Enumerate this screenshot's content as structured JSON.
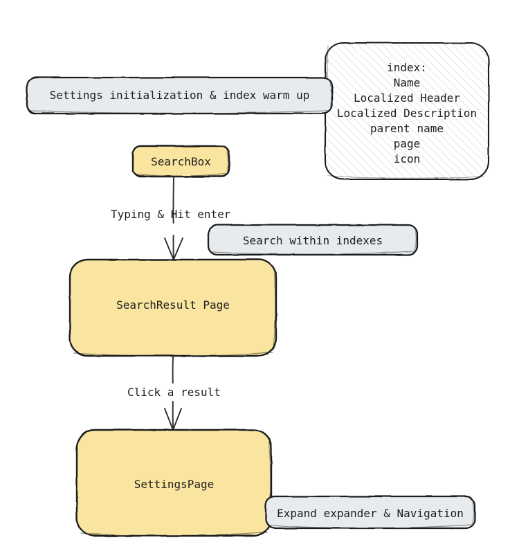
{
  "diagram": {
    "type": "flowchart",
    "style": "hand-drawn-sketch",
    "colors": {
      "node_yellow_fill": "#FAE5A0",
      "note_gray_fill": "#E8EBED",
      "stroke": "#1d1d1d",
      "hatch_line": "#d8d8d8",
      "background": "#ffffff",
      "text": "#1d1d1d"
    },
    "nodes": [
      {
        "id": "settings-init",
        "label": "Settings initialization & index warm up",
        "kind": "note",
        "fill": "gray"
      },
      {
        "id": "index-spec",
        "kind": "note-hatched",
        "lines": [
          "index:",
          "Name",
          "Localized Header",
          "Localized Description",
          "parent name",
          "page",
          "icon"
        ]
      },
      {
        "id": "searchbox",
        "label": "SearchBox",
        "kind": "process",
        "fill": "yellow"
      },
      {
        "id": "search-within-indexes",
        "label": "Search within indexes",
        "kind": "note",
        "fill": "gray"
      },
      {
        "id": "searchresult-page",
        "label": "SearchResult Page",
        "kind": "process",
        "fill": "yellow"
      },
      {
        "id": "settings-page",
        "label": "SettingsPage",
        "kind": "process",
        "fill": "yellow"
      },
      {
        "id": "expand-expander",
        "label": "Expand expander & Navigation",
        "kind": "note",
        "fill": "gray"
      }
    ],
    "edges": [
      {
        "id": "edge-searchbox-to-result",
        "from": "searchbox",
        "to": "searchresult-page",
        "label": "Typing & Hit enter"
      },
      {
        "id": "edge-result-to-settings",
        "from": "searchresult-page",
        "to": "settings-page",
        "label": "Click a result"
      }
    ]
  }
}
